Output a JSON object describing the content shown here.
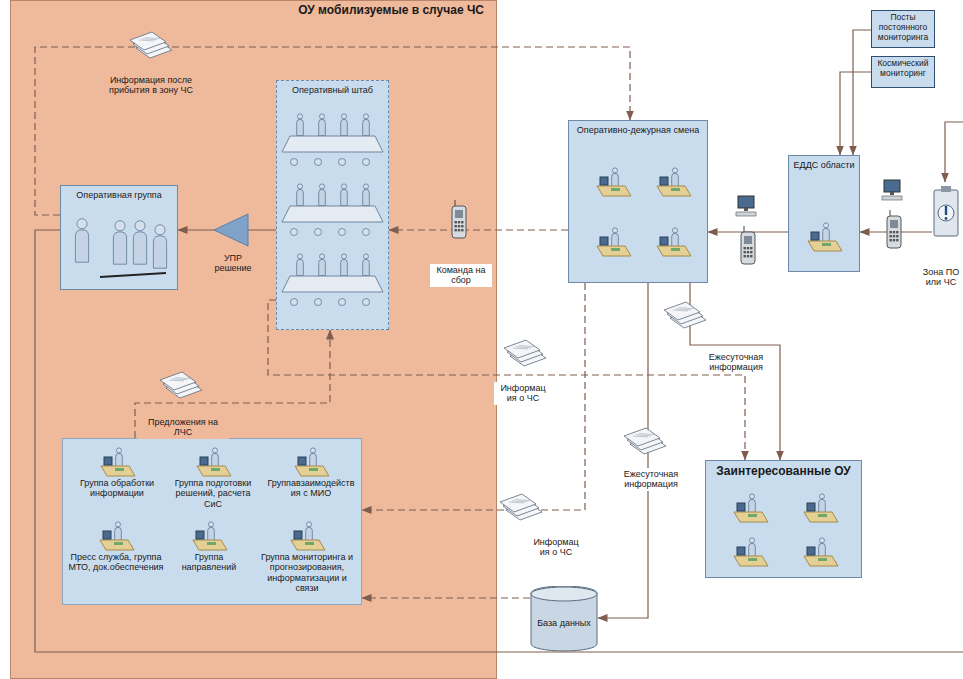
{
  "diagram": {
    "nodes": [
      {
        "text": [
          "ОУ мобилизуемые в случае ЧС"
        ]
      },
      {
        "text": [
          "Оперативный штаб"
        ],
        "in": 0
      },
      {
        "text": [
          "Оперативная группа"
        ],
        "in": 0
      },
      {
        "text": [],
        "in": 0
      },
      {
        "text": [
          "Группа обработки информации"
        ],
        "in": 3
      },
      {
        "text": [
          "Группа подготовки решений, расчета СиС"
        ],
        "in": 3
      },
      {
        "text": [
          "Группавзаимодейств ия с МИО"
        ],
        "in": 3
      },
      {
        "text": [
          "Пресс служба, группа МТО, док.обеспечения"
        ],
        "in": 3
      },
      {
        "text": [
          "Группа направлений"
        ],
        "in": 3
      },
      {
        "text": [
          "Группа мониторинга и прогнозирования, информатизации и связи"
        ],
        "in": 3
      },
      {
        "text": [
          "Посты постоянного мониторинга"
        ]
      },
      {
        "text": [
          "Космический мониторинг"
        ]
      },
      {
        "text": [
          "Оперативно-дежурная смена"
        ]
      },
      {
        "text": [
          "ЕДДС области"
        ]
      },
      {
        "text": [
          "Заинтересованные ОУ"
        ]
      },
      {
        "text": [
          "База данных"
        ]
      }
    ],
    "edges": [
      {
        "from": 12,
        "to": 1,
        "arrow": "to",
        "label": "Команда на сбор"
      },
      {
        "from": 1,
        "to": 2,
        "arrow": "to",
        "label": "УПР решение"
      },
      {
        "from": 2,
        "to": 12,
        "arrow": "to",
        "label": "Информация после прибытия в зону ЧС"
      },
      {
        "from": 3,
        "to": 1,
        "arrow": "to",
        "label": "Предложения на ЛЧС"
      },
      {
        "from": 1,
        "to": 14,
        "arrow": "to",
        "label": "Информац ия о ЧС"
      },
      {
        "from": 12,
        "to": 3,
        "arrow": "to",
        "label": "Информац ия о ЧС"
      },
      {
        "from": 12,
        "to": 14,
        "arrow": "to",
        "label": "Ежесуточная информация"
      },
      {
        "from": 12,
        "to": 15,
        "arrow": "to",
        "label": "Ежесуточная информация"
      },
      {
        "from": 15,
        "to": 3,
        "arrow": "to"
      },
      {
        "from": 13,
        "to": 12,
        "arrow": "to"
      },
      {
        "from": 10,
        "to": 13,
        "arrow": "to"
      },
      {
        "from": 11,
        "to": 13,
        "arrow": "to"
      }
    ],
    "labels": [
      "Зона ПО или ЧС"
    ]
  }
}
